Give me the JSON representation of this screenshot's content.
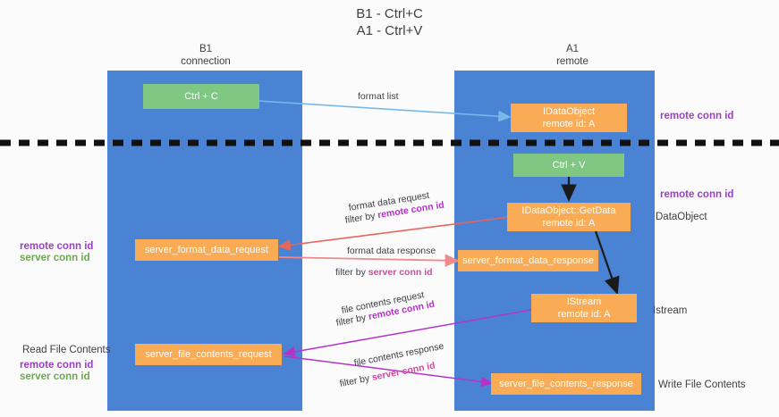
{
  "title": {
    "line1": "B1 - Ctrl+C",
    "line2": "A1 - Ctrl+V"
  },
  "columns": [
    {
      "name": "B1",
      "role": "connection"
    },
    {
      "name": "A1",
      "role": "remote"
    }
  ],
  "colors": {
    "lane": "#4b83d4",
    "action_box": "#81c784",
    "message_box": "#f9ab55",
    "remote_conn_id": "#9c3fc4",
    "server_conn_id": "#6aa84f",
    "arrow_blue": "#7ab6e8",
    "arrow_red": "#e8655a",
    "arrow_pink": "#ef8a8a",
    "arrow_purple": "#b333c9",
    "arrow_black": "#1a1a1a",
    "divider": "#111111"
  },
  "boxes": [
    {
      "id": "ctrl-c",
      "lane": "B1",
      "kind": "action",
      "line1": "Ctrl + C",
      "line2": ""
    },
    {
      "id": "idataobject",
      "lane": "A1",
      "kind": "message",
      "line1": "IDataObject",
      "line2": "remote id: A"
    },
    {
      "id": "ctrl-v",
      "lane": "A1",
      "kind": "action",
      "line1": "Ctrl + V",
      "line2": ""
    },
    {
      "id": "idataobject-getdata",
      "lane": "A1",
      "kind": "message",
      "line1": "IDataObject::GetData",
      "line2": "remote id: A"
    },
    {
      "id": "server-format-data-request",
      "lane": "B1",
      "kind": "message",
      "line1": "server_format_data_request",
      "line2": ""
    },
    {
      "id": "server-format-data-response",
      "lane": "A1",
      "kind": "message",
      "line1": "server_format_data_response",
      "line2": ""
    },
    {
      "id": "istream",
      "lane": "A1",
      "kind": "message",
      "line1": "IStream",
      "line2": "remote id: A"
    },
    {
      "id": "server-file-contents-request",
      "lane": "B1",
      "kind": "message",
      "line1": "server_file_contents_request",
      "line2": ""
    },
    {
      "id": "server-file-contents-response",
      "lane": "A1",
      "kind": "message",
      "line1": "server_file_contents_response",
      "line2": ""
    }
  ],
  "edge_labels": [
    {
      "id": "format-list",
      "text": "format list",
      "filter_prefix": "",
      "filter_key": ""
    },
    {
      "id": "format-data-request",
      "text": "format data request",
      "filter_prefix": "filter by",
      "filter_key": "remote conn id"
    },
    {
      "id": "format-data-response",
      "text": "format data response",
      "filter_prefix": "filter by",
      "filter_key": "server conn id"
    },
    {
      "id": "file-contents-request",
      "text": "file contents request",
      "filter_prefix": "filter by",
      "filter_key": "remote conn id"
    },
    {
      "id": "file-contents-response",
      "text": "file contents response",
      "filter_prefix": "filter by",
      "filter_key": "server conn id"
    }
  ],
  "left_annotations": {
    "format_remote": "remote conn id",
    "format_server": "server conn id",
    "read_file_contents": "Read File Contents",
    "file_remote": "remote conn id",
    "file_server": "server conn id"
  },
  "right_annotations": {
    "remote_conn_id_top": "remote conn id",
    "remote_conn_id_mid": "remote conn id",
    "data_object": "DataObject",
    "istream": "Istream",
    "write_file_contents": "Write File Contents"
  }
}
